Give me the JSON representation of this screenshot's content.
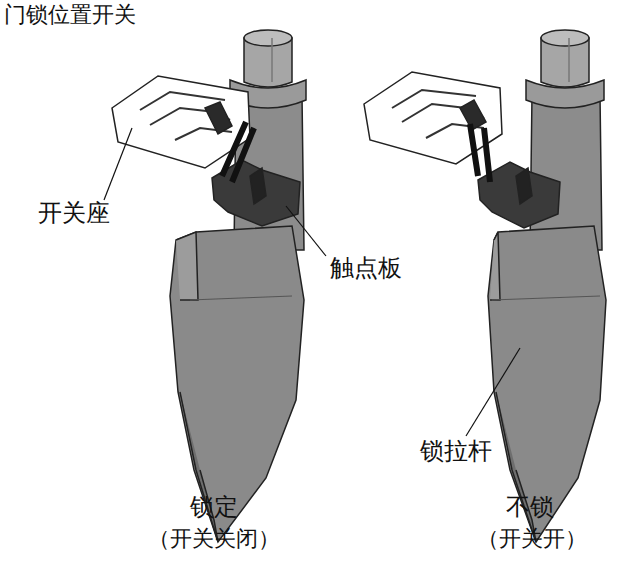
{
  "diagram": {
    "title": "门锁位置开关",
    "labels": [
      "开关座",
      "触点板",
      "锁拉杆",
      "锁定",
      "（开关关闭）",
      "不锁",
      "（开关开）"
    ]
  }
}
